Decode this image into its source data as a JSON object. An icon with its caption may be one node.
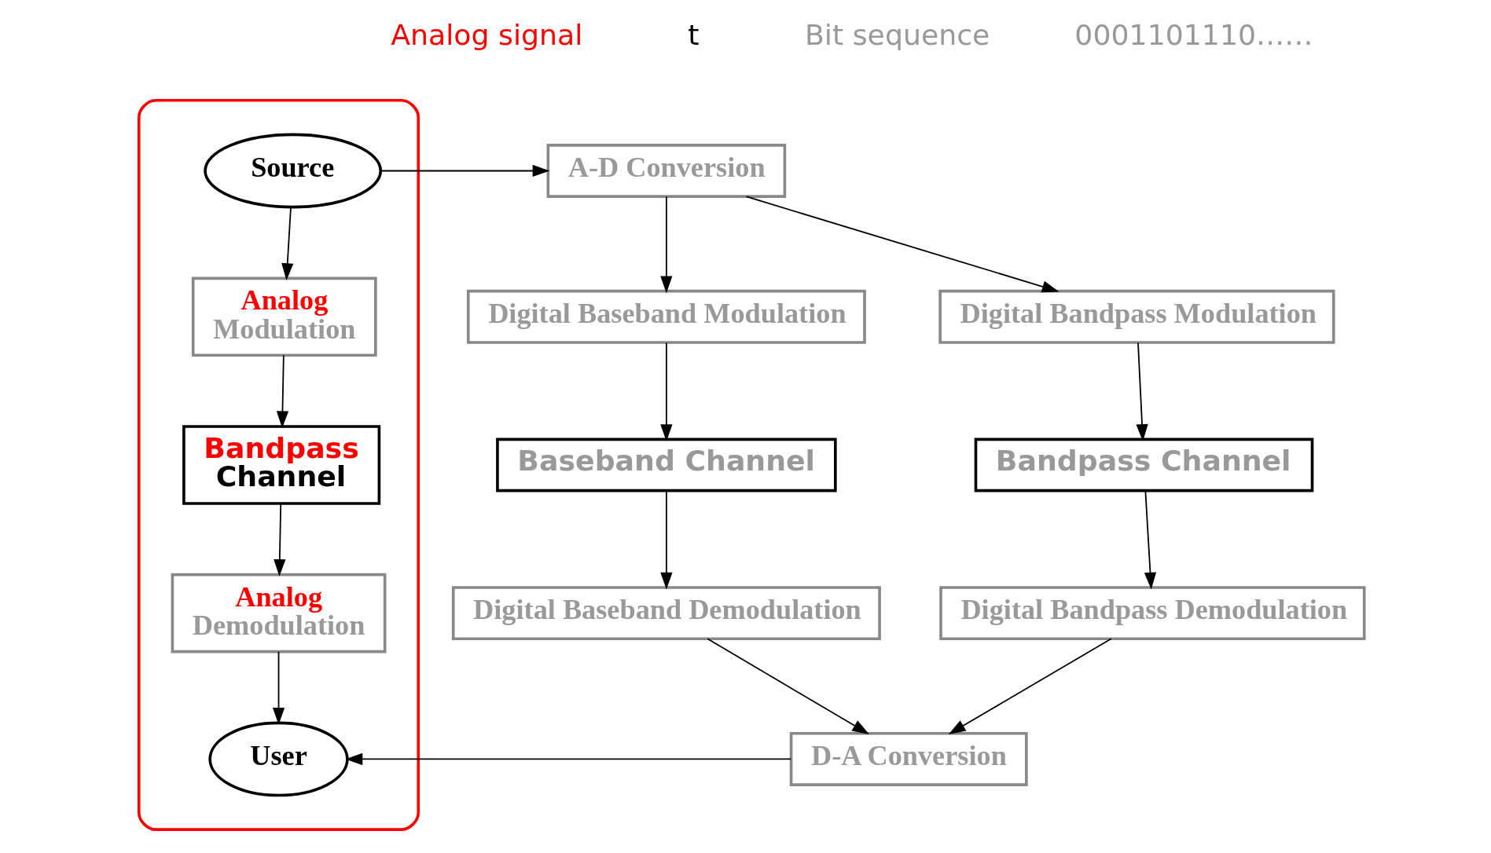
{
  "diagram": {
    "nodes": [
      {
        "text": [],
        "shape": "ellipse"
      },
      {
        "text": [
          "Source"
        ],
        "in": 0
      },
      {
        "text": [
          "Analog",
          "Modulation"
        ],
        "in": 0
      },
      {
        "text": [
          "Bandpass",
          "Channel"
        ],
        "in": 0
      },
      {
        "text": [
          "Analog",
          "Demodulation"
        ],
        "in": 0
      },
      {
        "text": [
          "User"
        ],
        "in": 0
      },
      {
        "text": [
          "A-D Conversion"
        ]
      },
      {
        "text": [
          "Digital Baseband Modulation"
        ]
      },
      {
        "text": [
          "Digital Bandpass Modulation"
        ]
      },
      {
        "text": [
          "Baseband Channel"
        ]
      },
      {
        "text": [
          "Bandpass Channel"
        ]
      },
      {
        "text": [
          "Digital Baseband Demodulation"
        ]
      },
      {
        "text": [
          "Digital Bandpass Demodulation"
        ]
      },
      {
        "text": [
          "D-A Conversion"
        ]
      }
    ],
    "edges": [
      {
        "from": 1,
        "to": 6,
        "arrow": "to"
      },
      {
        "from": 1,
        "to": 2,
        "arrow": "to"
      },
      {
        "from": 2,
        "to": 3,
        "arrow": "to"
      },
      {
        "from": 3,
        "to": 4,
        "arrow": "to"
      },
      {
        "from": 4,
        "to": 5,
        "arrow": "to"
      },
      {
        "from": 6,
        "to": 7,
        "arrow": "to"
      },
      {
        "from": 6,
        "to": 8,
        "arrow": "to"
      },
      {
        "from": 7,
        "to": 9,
        "arrow": "to"
      },
      {
        "from": 8,
        "to": 10,
        "arrow": "to"
      },
      {
        "from": 9,
        "to": 11,
        "arrow": "to"
      },
      {
        "from": 10,
        "to": 12,
        "arrow": "to"
      },
      {
        "from": 11,
        "to": 13,
        "arrow": "to"
      },
      {
        "from": 12,
        "to": 13,
        "arrow": "to"
      },
      {
        "from": 13,
        "to": 5,
        "arrow": "to"
      }
    ],
    "labels": [
      "Analog signal",
      "t",
      "Bit sequence",
      "0001101110……"
    ]
  }
}
